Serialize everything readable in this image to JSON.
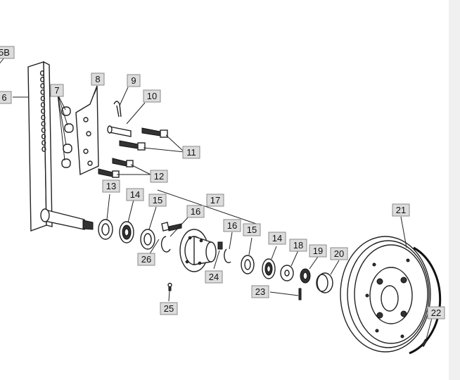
{
  "callouts": [
    {
      "id": "5B",
      "label": "5B"
    },
    {
      "id": "6",
      "label": "6"
    },
    {
      "id": "7",
      "label": "7"
    },
    {
      "id": "8",
      "label": "8"
    },
    {
      "id": "9",
      "label": "9"
    },
    {
      "id": "10",
      "label": "10"
    },
    {
      "id": "11",
      "label": "11"
    },
    {
      "id": "12",
      "label": "12"
    },
    {
      "id": "13",
      "label": "13"
    },
    {
      "id": "14a",
      "label": "14"
    },
    {
      "id": "15a",
      "label": "15"
    },
    {
      "id": "16a",
      "label": "16"
    },
    {
      "id": "17",
      "label": "17"
    },
    {
      "id": "16b",
      "label": "16"
    },
    {
      "id": "15b",
      "label": "15"
    },
    {
      "id": "14b",
      "label": "14"
    },
    {
      "id": "18",
      "label": "18"
    },
    {
      "id": "19",
      "label": "19"
    },
    {
      "id": "20",
      "label": "20"
    },
    {
      "id": "21",
      "label": "21"
    },
    {
      "id": "22",
      "label": "22"
    },
    {
      "id": "23",
      "label": "23"
    },
    {
      "id": "24",
      "label": "24"
    },
    {
      "id": "25",
      "label": "25"
    },
    {
      "id": "26",
      "label": "26"
    }
  ]
}
